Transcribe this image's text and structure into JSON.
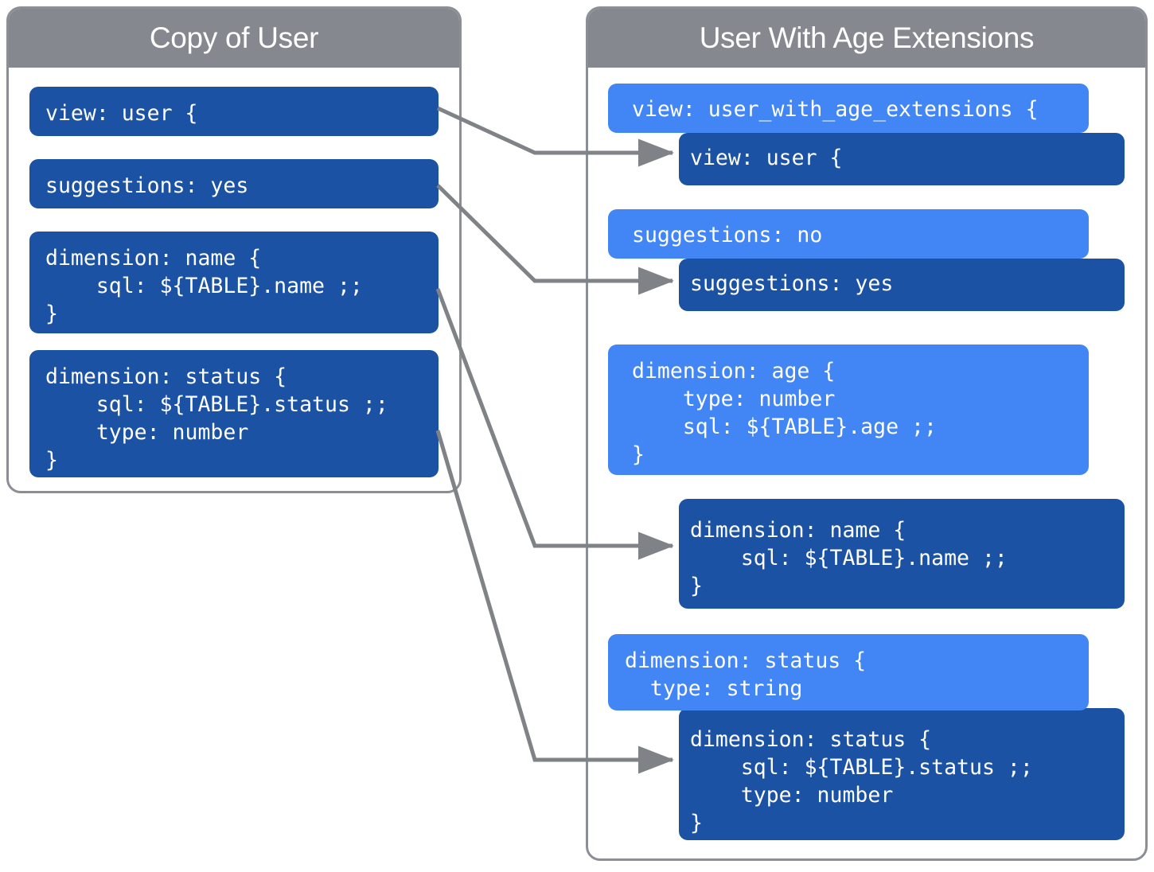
{
  "colors": {
    "header_gray": "#85888f",
    "panel_border": "#8b8e95",
    "base_block": "#1b52a4",
    "extension_block": "#4285f4",
    "arrow": "#7f8287",
    "page_background": "#ffffff",
    "block_text": "#ffffff"
  },
  "left_panel": {
    "title": "Copy of User",
    "blocks": [
      {
        "id": "left-view",
        "kind": "base",
        "text": "view: user {"
      },
      {
        "id": "left-suggestions",
        "kind": "base",
        "text": "suggestions: yes"
      },
      {
        "id": "left-dim-name",
        "kind": "base",
        "text": "dimension: name {\n    sql: ${TABLE}.name ;;\n}"
      },
      {
        "id": "left-dim-status",
        "kind": "base",
        "text": "dimension: status {\n    sql: ${TABLE}.status ;;\n    type: number\n}"
      }
    ]
  },
  "right_panel": {
    "title": "User With Age Extensions",
    "blocks": [
      {
        "id": "right-view-ext",
        "kind": "extension",
        "text": "view: user_with_age_extensions {"
      },
      {
        "id": "right-view-base",
        "kind": "base",
        "text": "view: user {"
      },
      {
        "id": "right-suggestions-ext",
        "kind": "extension",
        "text": "suggestions: no"
      },
      {
        "id": "right-suggestions-base",
        "kind": "base",
        "text": "suggestions: yes"
      },
      {
        "id": "right-dim-age-ext",
        "kind": "extension",
        "text": "dimension: age {\n    type: number\n    sql: ${TABLE}.age ;;\n}"
      },
      {
        "id": "right-dim-name-base",
        "kind": "base",
        "text": "dimension: name {\n    sql: ${TABLE}.name ;;\n}"
      },
      {
        "id": "right-dim-status-ext",
        "kind": "extension",
        "text": "dimension: status {\n  type: string"
      },
      {
        "id": "right-dim-status-base",
        "kind": "base",
        "text": "dimension: status {\n    sql: ${TABLE}.status ;;\n    type: number\n}"
      }
    ]
  },
  "connectors": [
    {
      "id": "connector-view",
      "from": "left-view",
      "to": "right-view-base"
    },
    {
      "id": "connector-suggestions",
      "from": "left-suggestions",
      "to": "right-suggestions-base"
    },
    {
      "id": "connector-name",
      "from": "left-dim-name",
      "to": "right-dim-name-base"
    },
    {
      "id": "connector-status",
      "from": "left-dim-status",
      "to": "right-dim-status-base"
    }
  ]
}
